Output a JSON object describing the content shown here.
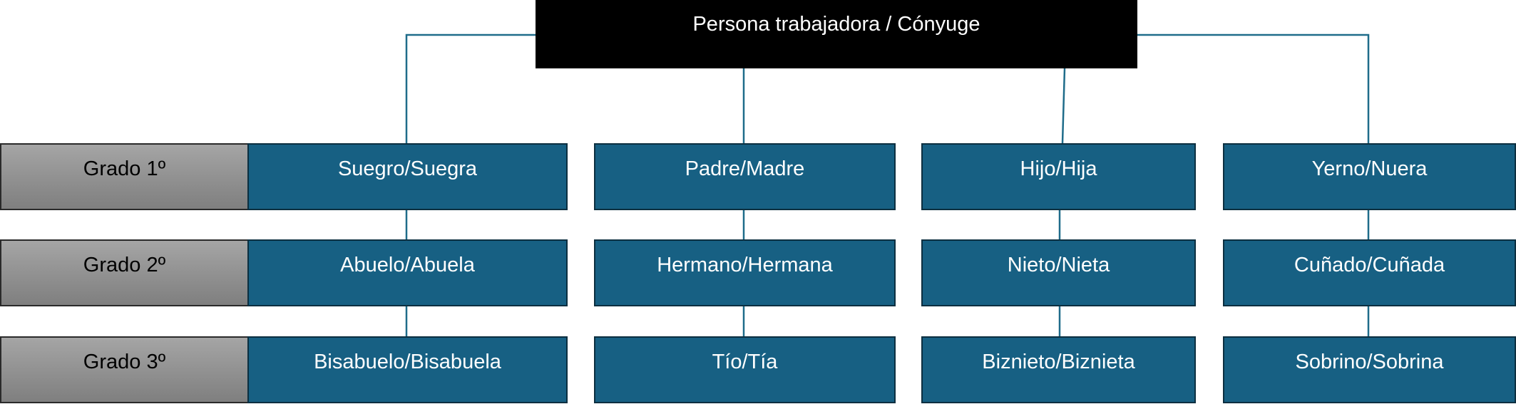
{
  "root": "Persona trabajadora / Cónyuge",
  "grados": [
    "Grado 1º",
    "Grado 2º",
    "Grado 3º"
  ],
  "columns": [
    [
      "Suegro/Suegra",
      "Abuelo/Abuela",
      "Bisabuelo/Bisabuela"
    ],
    [
      "Padre/Madre",
      "Hermano/Hermana",
      "Tío/Tía"
    ],
    [
      "Hijo/Hija",
      "Nieto/Nieta",
      "Biznieto/Biznieta"
    ],
    [
      "Yerno/Nuera",
      "Cuñado/Cuñada",
      "Sobrino/Sobrina"
    ]
  ],
  "colors": {
    "node": "#176083",
    "line": "#1f6c8a",
    "root": "#000000"
  }
}
